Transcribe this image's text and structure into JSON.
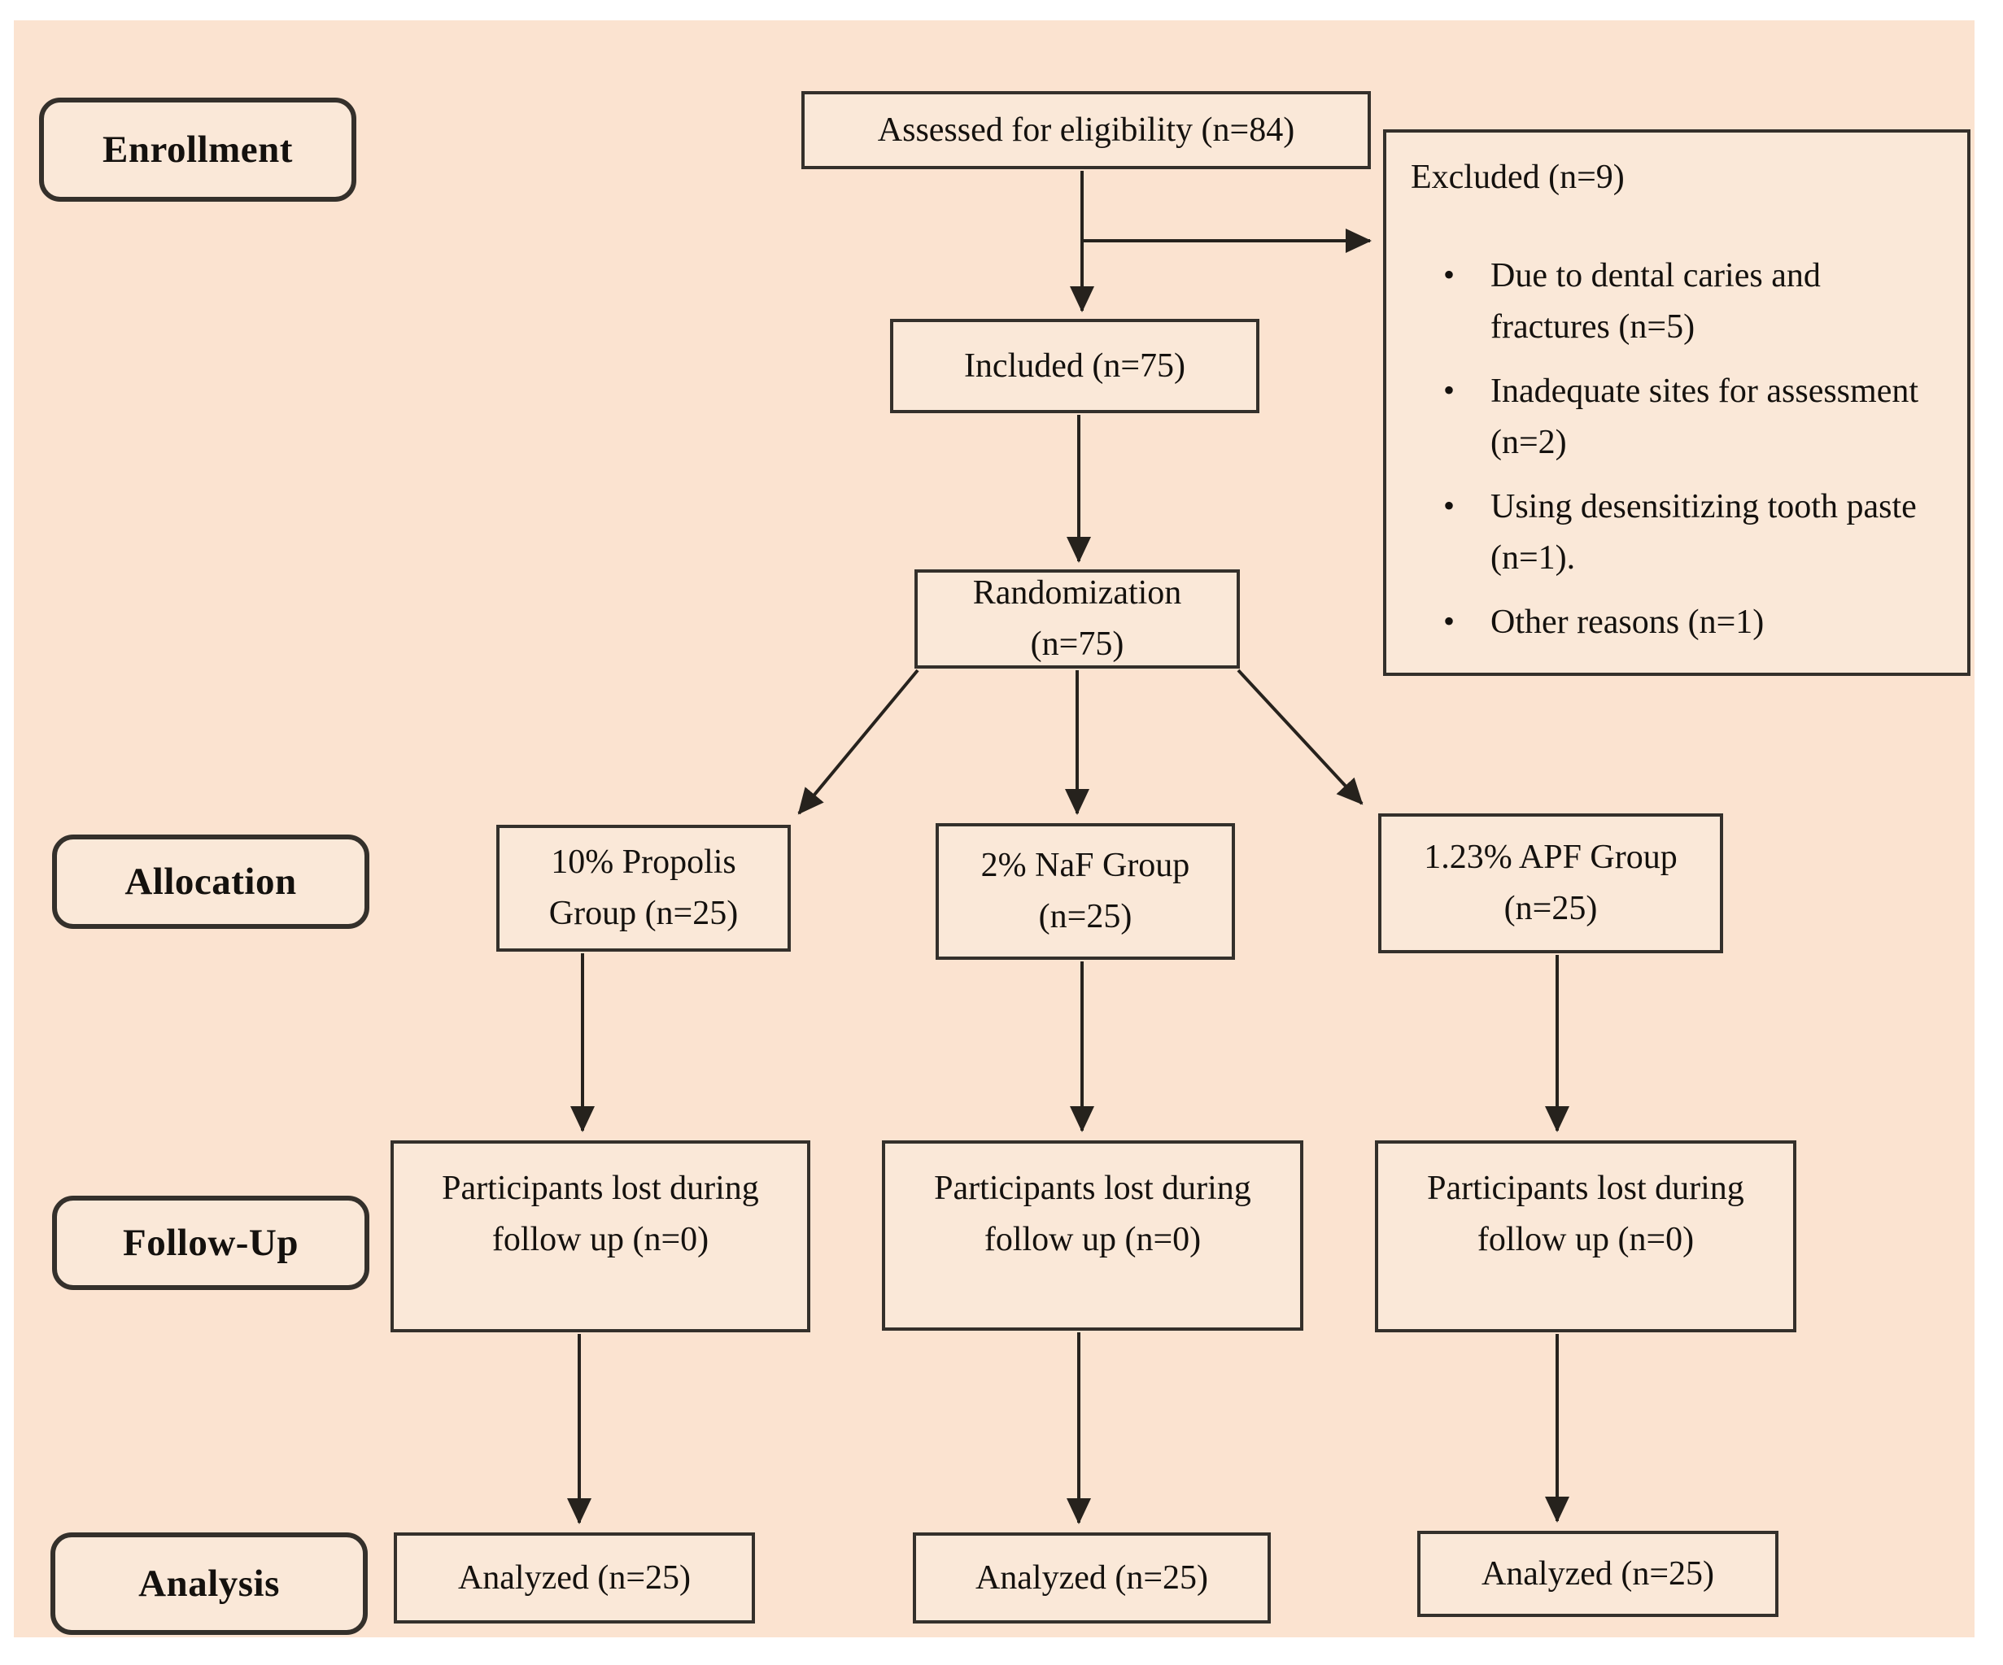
{
  "diagram": {
    "title": "CONSORT participant flow diagram",
    "colors": {
      "canvas": "#fbe3d0",
      "box_fill": "#fae8d8",
      "border": "#34302b",
      "text": "#14110e"
    },
    "stages": [
      {
        "label": "Enrollment"
      },
      {
        "label": "Allocation"
      },
      {
        "label": "Follow-Up"
      },
      {
        "label": "Analysis"
      }
    ],
    "nodes": {
      "assessed": {
        "label": "Assessed for eligibility  (n=84)"
      },
      "excluded": {
        "title": "Excluded (n=9)",
        "bullets": [
          "Due to dental caries and fractures (n=5)",
          "Inadequate sites for assessment (n=2)",
          "Using desensitizing tooth paste (n=1).",
          "Other reasons (n=1)"
        ]
      },
      "included": {
        "label": "Included (n=75)"
      },
      "randomization": {
        "label": "Randomization (n=75)"
      },
      "group_propolis": {
        "label": "10% Propolis Group (n=25)"
      },
      "group_naf": {
        "label": "2% NaF Group (n=25)"
      },
      "group_apf": {
        "label": "1.23% APF Group (n=25)"
      },
      "followup_propolis": {
        "label": "Participants lost during follow up (n=0)"
      },
      "followup_naf": {
        "label": "Participants lost during follow up (n=0)"
      },
      "followup_apf": {
        "label": "Participants lost during follow up (n=0)"
      },
      "analyzed_propolis": {
        "label": "Analyzed (n=25)"
      },
      "analyzed_naf": {
        "label": "Analyzed (n=25)"
      },
      "analyzed_apf": {
        "label": "Analyzed (n=25)"
      }
    }
  }
}
